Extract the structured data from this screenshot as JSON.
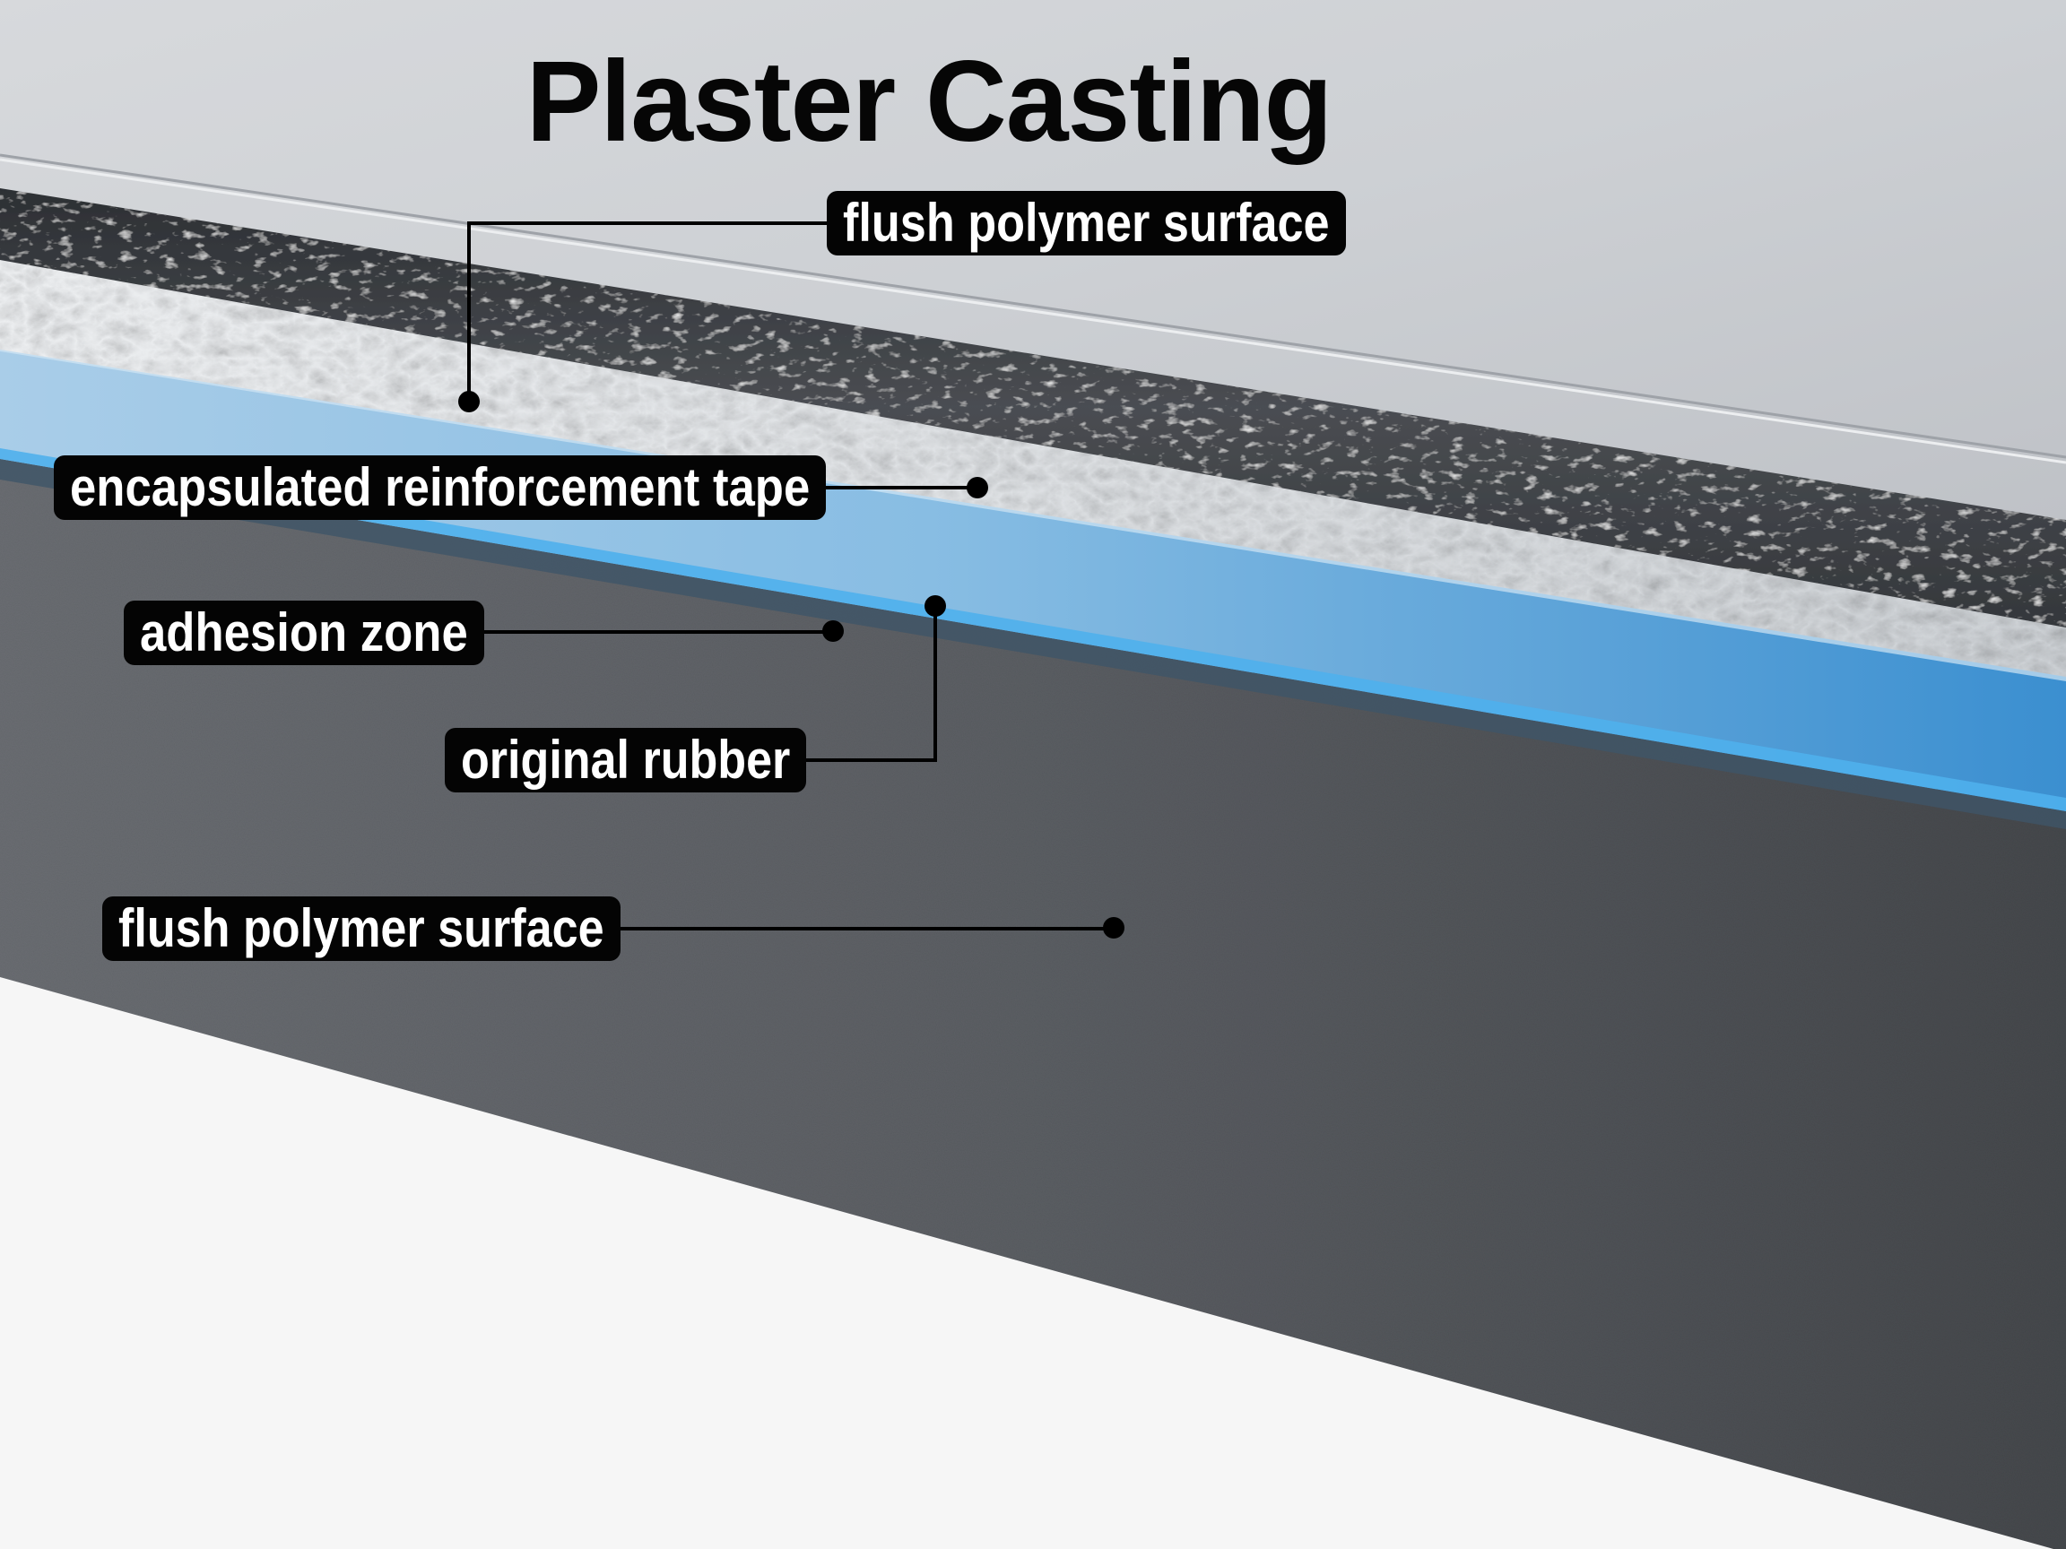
{
  "title": "Plaster Casting",
  "colors": {
    "plaster_gray": "#c9ccd0",
    "dark_glossy": "#3a3d42",
    "white_texture": "#e4e6e9",
    "blue_adhesion": "#5fa6d8",
    "rubber_gray": "#55585d",
    "floor": "#f6f6f6",
    "label_bg": "#040404",
    "label_text": "#ffffff"
  },
  "layers": [
    {
      "name": "plaster-cast"
    },
    {
      "name": "flush-polymer-surface-top"
    },
    {
      "name": "encapsulated-reinforcement-tape"
    },
    {
      "name": "adhesion-zone"
    },
    {
      "name": "original-rubber"
    },
    {
      "name": "base-floor"
    }
  ],
  "callouts": [
    {
      "id": "c1",
      "label": "flush polymer surface"
    },
    {
      "id": "c2",
      "label": "encapsulated reinforcement tape"
    },
    {
      "id": "c3",
      "label": "adhesion zone"
    },
    {
      "id": "c4",
      "label": "original rubber"
    },
    {
      "id": "c5",
      "label": "flush polymer surface"
    }
  ]
}
